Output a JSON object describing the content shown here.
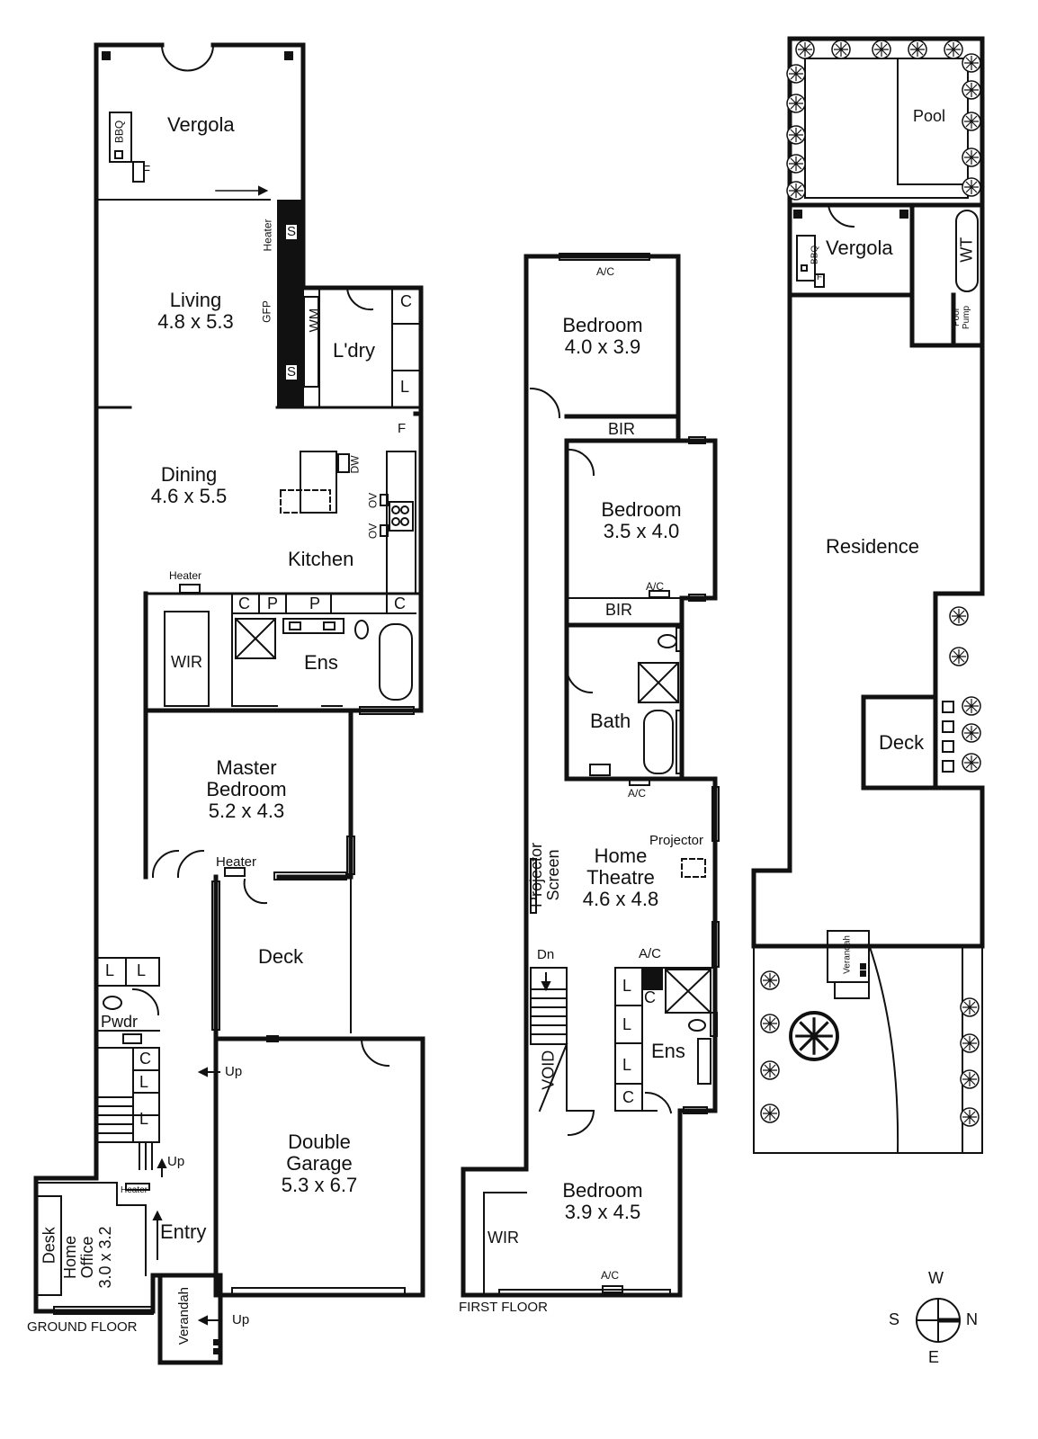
{
  "floors": {
    "ground": {
      "caption": "GROUND FLOOR",
      "rooms": {
        "vergola": "Vergola",
        "bbq": "BBQ",
        "f_vergola": "F",
        "heater_living": "Heater",
        "s_top": "S",
        "s_bottom": "S",
        "living_name": "Living",
        "living_dims": "4.8 x 5.3",
        "gfp": "GFP",
        "wm": "WM",
        "laundry": "L'dry",
        "c_laundry": "C",
        "l_laundry": "L",
        "f_kitchen": "F",
        "dining_name": "Dining",
        "dining_dims": "4.6 x 5.5",
        "dw": "DW",
        "ov1": "OV",
        "ov2": "OV",
        "kitchen": "Kitchen",
        "heater_dining": "Heater",
        "pantry_c1": "C",
        "pantry_p1": "P",
        "pantry_p2": "P",
        "pantry_c2": "C",
        "wir": "WIR",
        "ens": "Ens",
        "master_l1": "Master",
        "master_l2": "Bedroom",
        "master_dims": "5.2 x 4.3",
        "heater_master": "Heater",
        "deck": "Deck",
        "l1": "L",
        "l2": "L",
        "pwdr": "Pwdr",
        "c_stair": "C",
        "l_stair1": "L",
        "l_stair2": "L",
        "up1": "Up",
        "up2": "Up",
        "up3": "Up",
        "garage_l1": "Double",
        "garage_l2": "Garage",
        "garage_dims": "5.3 x 6.7",
        "heater_office": "Heater",
        "desk": "Desk",
        "office_l1": "Home",
        "office_l2": "Office",
        "office_dims": "3.0 x 3.2",
        "entry": "Entry",
        "verandah": "Verandah"
      }
    },
    "first": {
      "caption": "FIRST FLOOR",
      "rooms": {
        "ac1": "A/C",
        "bed1_name": "Bedroom",
        "bed1_dims": "4.0 x 3.9",
        "bir1": "BIR",
        "bed2_name": "Bedroom",
        "bed2_dims": "3.5 x 4.0",
        "ac2": "A/C",
        "bir2": "BIR",
        "bath": "Bath",
        "ac3": "A/C",
        "projector": "Projector",
        "projector_screen_l1": "Projector",
        "projector_screen_l2": "Screen",
        "theatre_l1": "Home",
        "theatre_l2": "Theatre",
        "theatre_dims": "4.6 x 4.8",
        "dn": "Dn",
        "ac4": "A/C",
        "l1": "L",
        "c1": "C",
        "l2": "L",
        "l3": "L",
        "c2": "C",
        "ens": "Ens",
        "void": "VOID",
        "bed3_name": "Bedroom",
        "bed3_dims": "3.9 x 4.5",
        "wir": "WIR",
        "ac5": "A/C"
      }
    },
    "site": {
      "pool": "Pool",
      "vergola": "Vergola",
      "bbq": "BBQ",
      "f": "F",
      "wt": "WT",
      "pool_pump_l1": "Pool",
      "pool_pump_l2": "Pump",
      "residence": "Residence",
      "deck": "Deck",
      "verandah": "Verandah"
    }
  },
  "compass": {
    "n": "N",
    "s": "S",
    "e": "E",
    "w": "W"
  },
  "colors": {
    "line": "#111111",
    "background": "#ffffff"
  }
}
